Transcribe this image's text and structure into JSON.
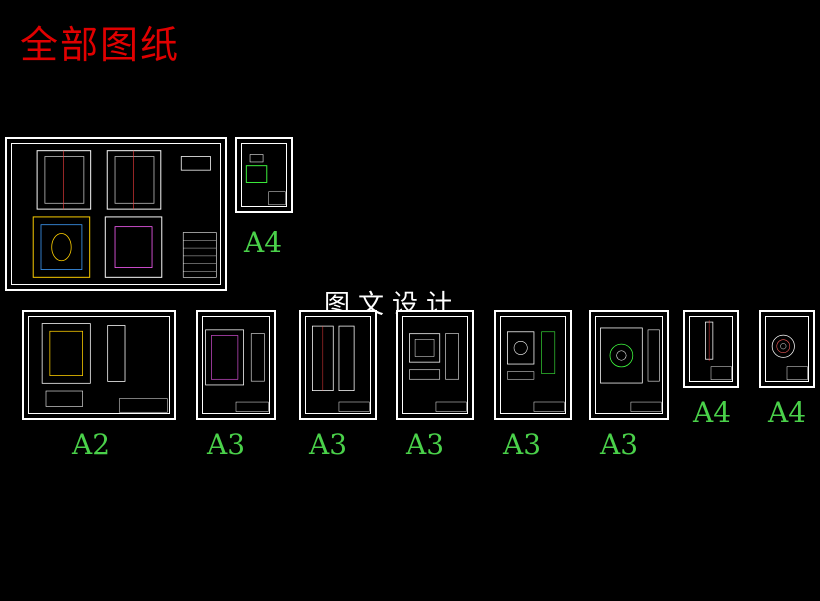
{
  "header": {
    "title": "全部图纸"
  },
  "watermark": {
    "text": "图文设计"
  },
  "sheets": [
    {
      "size": "A4"
    },
    {
      "size": "A2"
    },
    {
      "size": "A3"
    },
    {
      "size": "A3"
    },
    {
      "size": "A3"
    },
    {
      "size": "A3"
    },
    {
      "size": "A3"
    },
    {
      "size": "A4"
    },
    {
      "size": "A4"
    }
  ],
  "colors": {
    "title": "#e00000",
    "labels": "#4ad14a",
    "background": "#000000",
    "lines": "#ffffff"
  }
}
